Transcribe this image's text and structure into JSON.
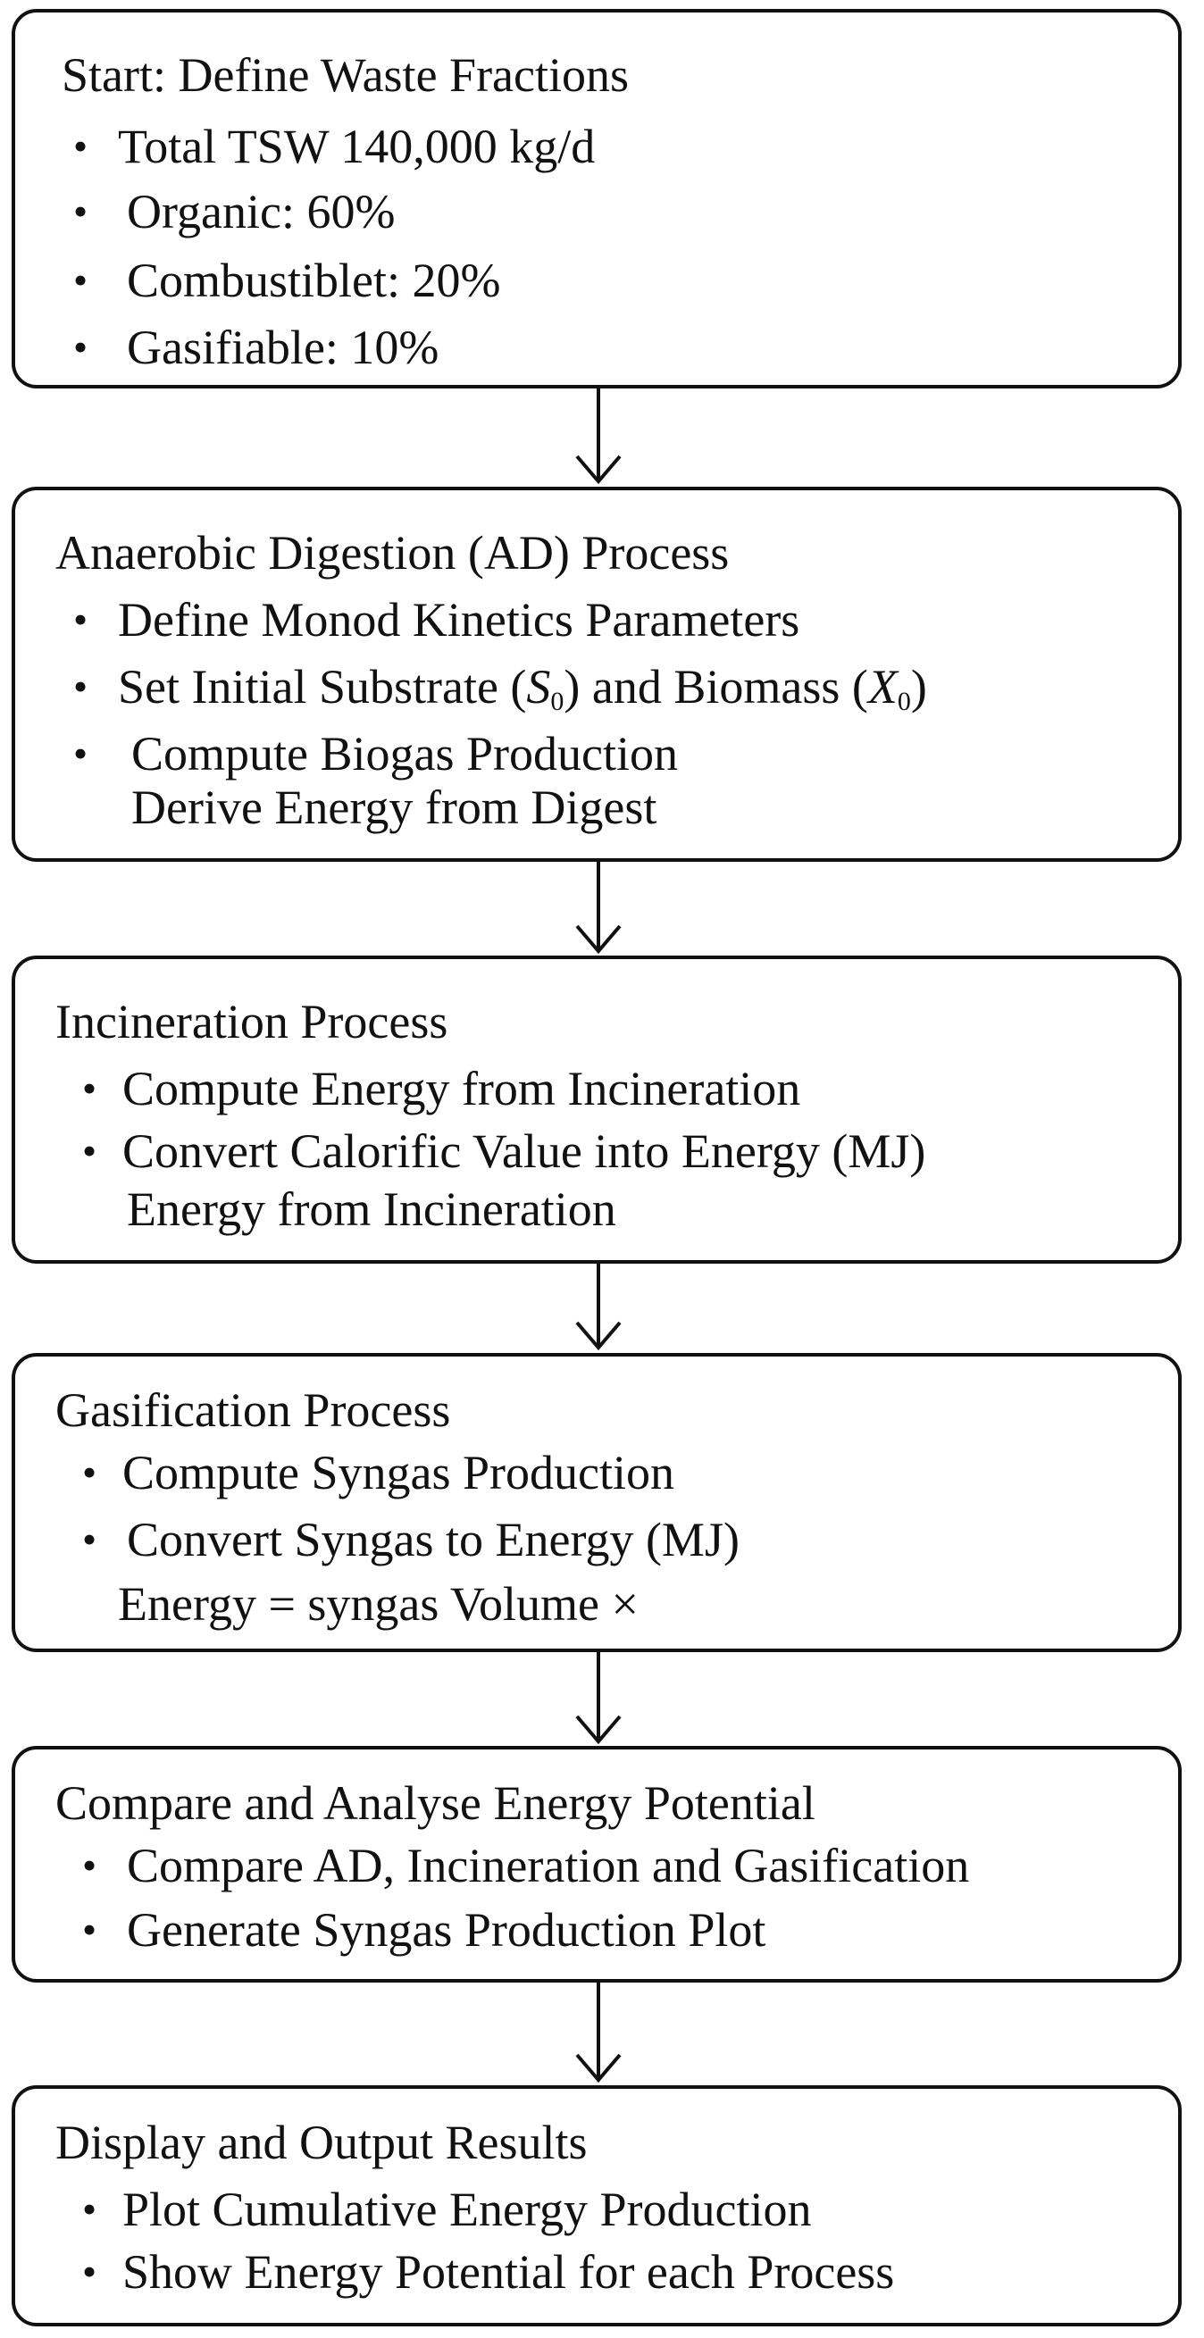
{
  "boxes": [
    {
      "title": "Start: Define Waste Fractions",
      "items": [
        "Total TSW 140,000 kg/d",
        "Organic: 60%",
        "Combustiblet: 20%",
        "Gasifiable: 10%"
      ]
    },
    {
      "title": "Anaerobic Digestion (AD) Process",
      "items": [
        "Define Monod Kinetics Parameters",
        "Compute Biogas Production"
      ],
      "substrate": {
        "prefix": "Set Initial Substrate (",
        "s_var": "S",
        "s_sub": "0",
        "middle": ") and Biomass (",
        "x_var": "X",
        "x_sub": "0",
        "suffix": ")"
      },
      "continuation": "Derive Energy from Digest"
    },
    {
      "title": "Incineration Process",
      "items": [
        "Compute Energy from Incineration",
        "Convert Calorific Value into Energy (MJ)"
      ],
      "continuation": "Energy from Incineration"
    },
    {
      "title": "Gasification Process",
      "items": [
        "Compute Syngas Production",
        "Convert Syngas to Energy (MJ)"
      ],
      "continuation": "Energy = syngas Volume ×"
    },
    {
      "title": "Compare and Analyse Energy Potential",
      "items": [
        "Compare AD, Incineration and Gasification",
        "Generate Syngas Production Plot"
      ]
    },
    {
      "title": "Display and Output Results",
      "items": [
        "Plot Cumulative Energy Production",
        "Show Energy Potential for each Process"
      ]
    }
  ],
  "bullet_symbol": "•"
}
